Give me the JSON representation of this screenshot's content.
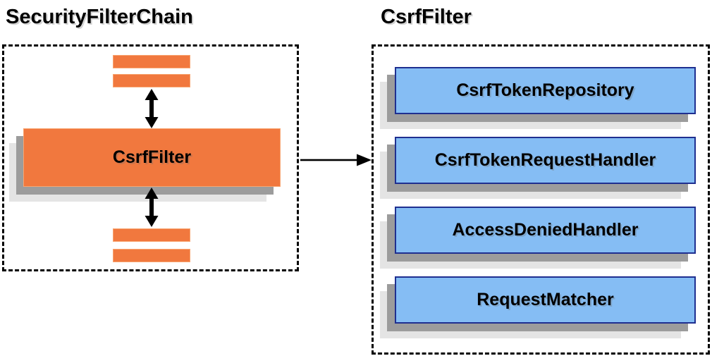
{
  "diagram": {
    "left": {
      "title": "SecurityFilterChain",
      "node_label": "CsrfFilter"
    },
    "right": {
      "title": "CsrfFilter",
      "components": [
        "CsrfTokenRepository",
        "CsrfTokenRequestHandler",
        "AccessDeniedHandler",
        "RequestMatcher"
      ]
    }
  },
  "colors": {
    "orange": "#F1783E",
    "orange_border": "#F8A571",
    "blue_fill": "#85BDF4",
    "blue_border": "#1F2F90",
    "shadow_dark": "#9C9C9C",
    "shadow_light": "#E4E4E4",
    "ink": "#000000"
  }
}
